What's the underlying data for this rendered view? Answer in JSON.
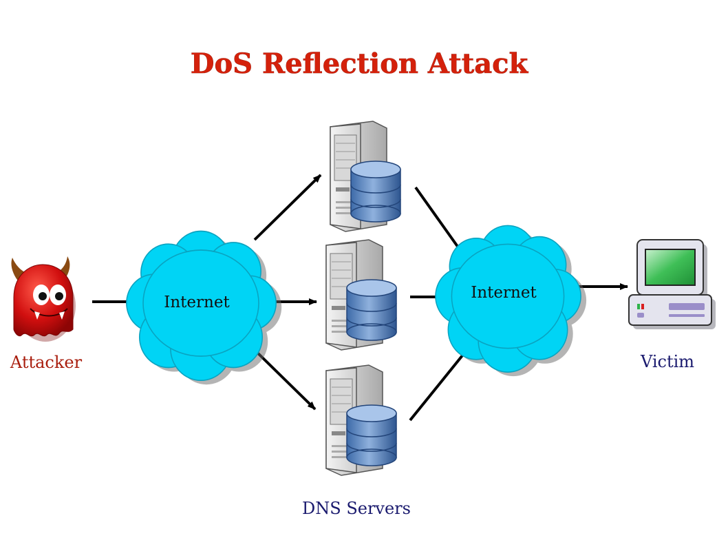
{
  "title": "DoS Reflection Attack",
  "nodes": {
    "attacker": {
      "label": "Attacker",
      "icon": "devil-icon"
    },
    "internet_left": {
      "label": "Internet",
      "icon": "cloud-icon"
    },
    "dns_servers": {
      "label": "DNS Servers",
      "icon": "server-database-icon",
      "count": 3
    },
    "internet_right": {
      "label": "Internet",
      "icon": "cloud-icon"
    },
    "victim": {
      "label": "Victim",
      "icon": "computer-icon"
    }
  },
  "colors": {
    "title": "#d4210b",
    "attacker_label": "#a81c0c",
    "victim_label": "#1a1a6e",
    "dns_label": "#1a1a6e",
    "cloud": "#00d4f5",
    "arrow": "#000000",
    "devil": "#d10f0f",
    "db_blue": "#6f95c7",
    "monitor_screen": "#2fb34a"
  }
}
